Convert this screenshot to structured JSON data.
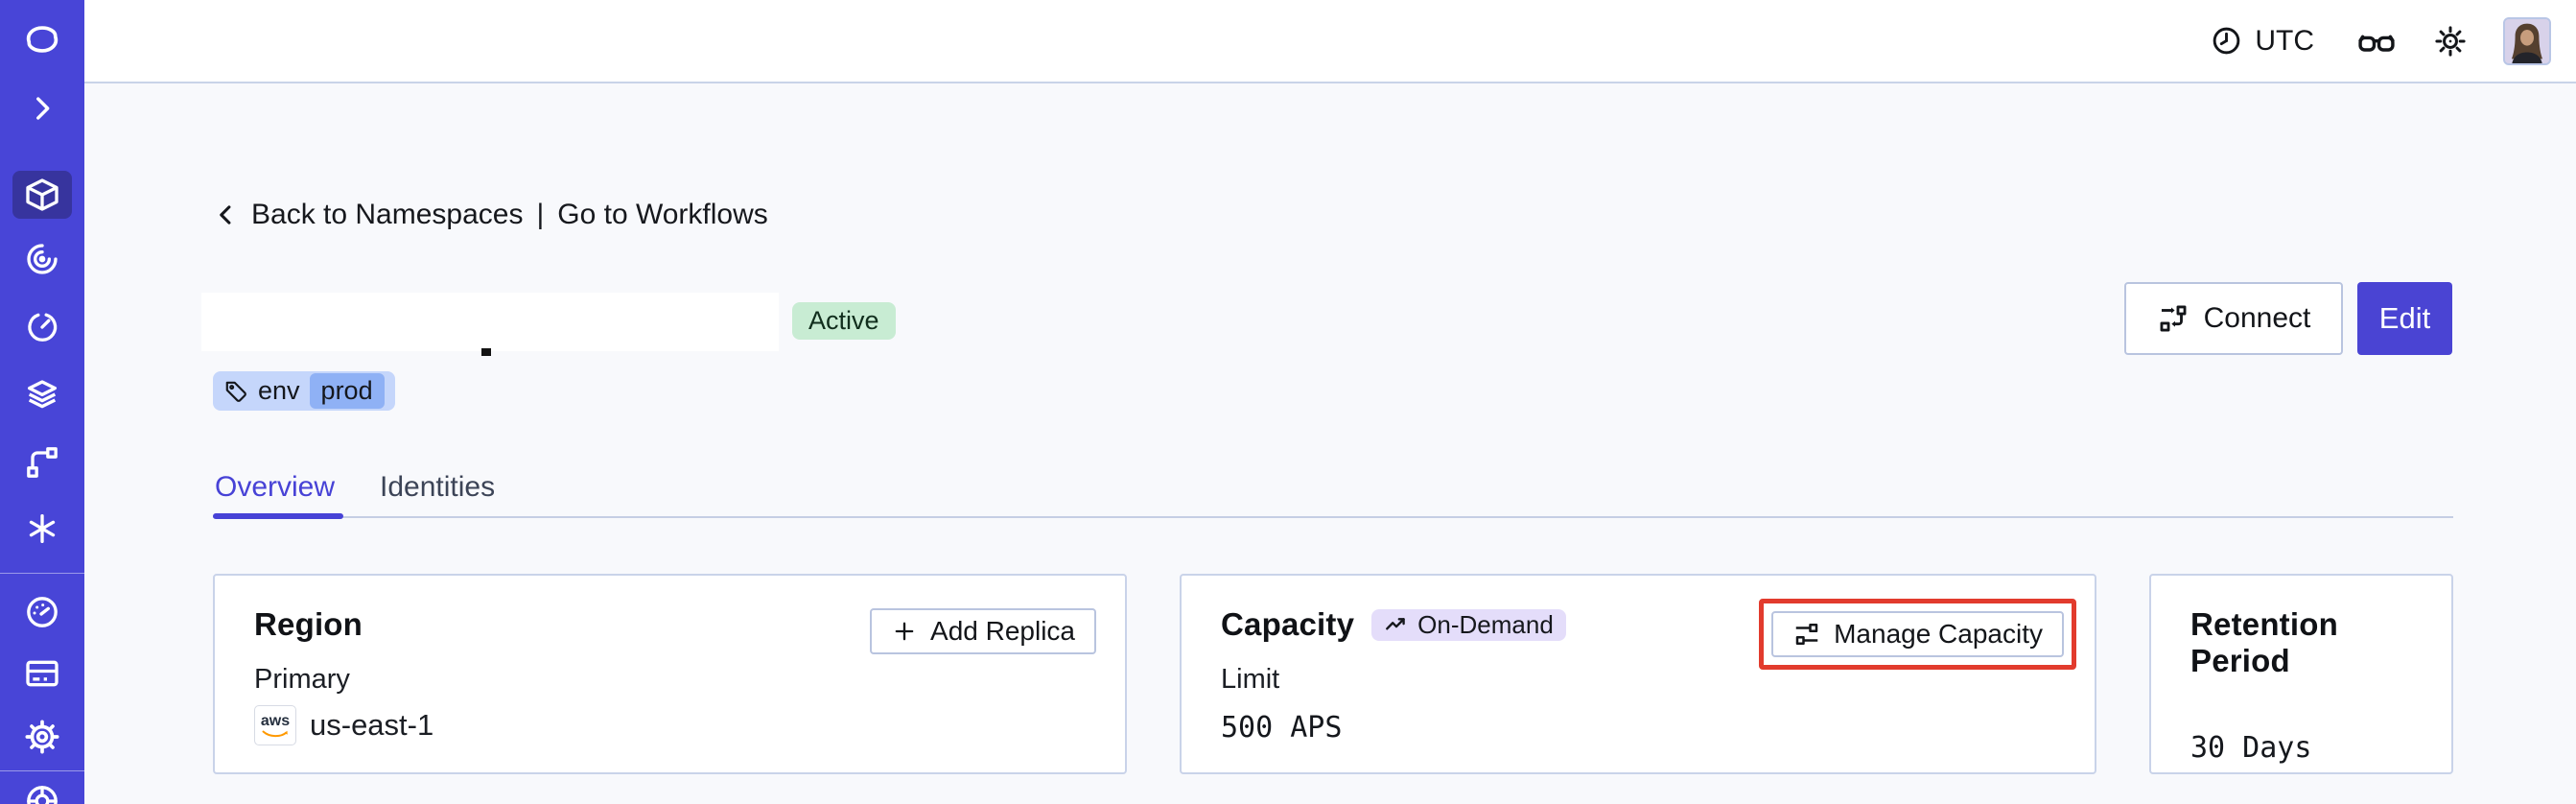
{
  "topbar": {
    "timezone": "UTC",
    "icons": [
      "clock-icon",
      "glasses-icon",
      "brightness-sun-icon",
      "avatar"
    ]
  },
  "sidebar": {
    "items": [
      {
        "icon": "temporal-logo-icon"
      },
      {
        "icon": "expand-chevron-icon"
      },
      {
        "icon": "namespaces-cube-icon",
        "active": true
      },
      {
        "icon": "nexus-iris-icon"
      },
      {
        "icon": "schedules-timer-icon"
      },
      {
        "icon": "layers-icon"
      },
      {
        "icon": "workflow-branch-icon"
      },
      {
        "icon": "asterisk-icon"
      },
      {
        "icon": "usage-gauge-icon"
      },
      {
        "icon": "billing-card-icon"
      },
      {
        "icon": "settings-gear-icon"
      },
      {
        "icon": "help-lifebuoy-icon"
      }
    ]
  },
  "breadcrumb": {
    "back": "Back to Namespaces",
    "separator": "|",
    "forward": "Go to Workflows"
  },
  "namespace": {
    "status_badge": "Active",
    "tag": {
      "key": "env",
      "value": "prod"
    }
  },
  "header_actions": {
    "connect": "Connect",
    "edit": "Edit"
  },
  "tabs": [
    {
      "label": "Overview",
      "active": true
    },
    {
      "label": "Identities",
      "active": false
    }
  ],
  "cards": {
    "region": {
      "title": "Region",
      "add_replica_button": "Add Replica",
      "label": "Primary",
      "provider": "aws",
      "value": "us-east-1"
    },
    "capacity": {
      "title": "Capacity",
      "badge": "On-Demand",
      "manage_button": "Manage Capacity",
      "label": "Limit",
      "value": "500 APS",
      "highlighted": true
    },
    "retention": {
      "title": "Retention Period",
      "value": "30 Days"
    }
  },
  "colors": {
    "accent_indigo": "#4845d7",
    "sidebar_active_bg": "#37349e",
    "status_active_bg": "#c8ecd3",
    "tag_bg": "#c5d6fb",
    "tag_value_bg": "#8fb1f5",
    "ondemand_bg": "#e4ddfa",
    "highlight_red": "#e23b2d",
    "page_bg": "#f8f9fc",
    "card_border": "#c9d3e9",
    "aws_orange": "#ff9900"
  }
}
